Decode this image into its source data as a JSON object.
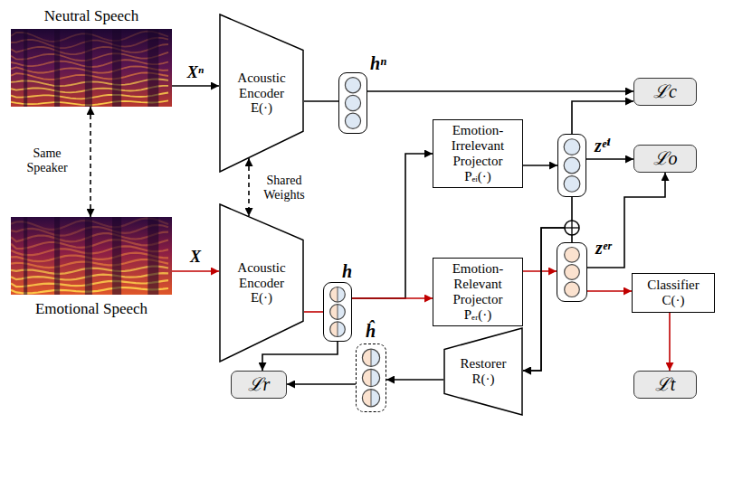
{
  "diagram": {
    "nodes": [
      {
        "text": [
          "Neutral Speech"
        ]
      },
      {
        "text": [
          "Emotional Speech"
        ]
      },
      {
        "text": [
          "Acoustic Encoder",
          "E(·)"
        ]
      },
      {
        "text": [
          "Acoustic Encoder",
          "E(·)"
        ]
      },
      {
        "text": [
          "hⁿ"
        ]
      },
      {
        "text": [
          "h"
        ]
      },
      {
        "text": [
          "Emotion-Irrelevant Projector",
          "Pₑᵢ(·)"
        ]
      },
      {
        "text": [
          "zᵉⁱ"
        ]
      },
      {
        "text": [
          "Emotion-Relevant Projector",
          "Pₑᵣ(·)"
        ]
      },
      {
        "text": [
          "zᵉʳ"
        ]
      },
      {
        "text": [
          "Classifier",
          "C(·)"
        ]
      },
      {
        "text": [
          "Restorer",
          "R(·)"
        ]
      },
      {
        "text": [
          "ĥ"
        ]
      },
      {
        "text": [
          "ℒc"
        ]
      },
      {
        "text": [
          "ℒo"
        ]
      },
      {
        "text": [
          "ℒt"
        ]
      },
      {
        "text": [
          "ℒr"
        ]
      }
    ],
    "edges": [
      {
        "from": 0,
        "to": 2,
        "arrow": "to",
        "label": "Xⁿ"
      },
      {
        "from": 1,
        "to": 3,
        "arrow": "to",
        "label": "X"
      },
      {
        "from": 0,
        "to": 1,
        "arrow": "both",
        "label": "Same Speaker"
      },
      {
        "from": 2,
        "to": 3,
        "arrow": "both",
        "label": "Shared Weights"
      },
      {
        "from": 2,
        "to": 4,
        "arrow": "none"
      },
      {
        "from": 3,
        "to": 5,
        "arrow": "none"
      },
      {
        "from": 4,
        "to": 13,
        "arrow": "to"
      },
      {
        "from": 5,
        "to": 6,
        "arrow": "to"
      },
      {
        "from": 5,
        "to": 8,
        "arrow": "to"
      },
      {
        "from": 6,
        "to": 7,
        "arrow": "to"
      },
      {
        "from": 8,
        "to": 9,
        "arrow": "to"
      },
      {
        "from": 7,
        "to": 13,
        "arrow": "to"
      },
      {
        "from": 7,
        "to": 14,
        "arrow": "to"
      },
      {
        "from": 9,
        "to": 14,
        "arrow": "to"
      },
      {
        "from": 9,
        "to": 10,
        "arrow": "to"
      },
      {
        "from": 10,
        "to": 15,
        "arrow": "to"
      },
      {
        "from": 7,
        "to": 11,
        "arrow": "to"
      },
      {
        "from": 9,
        "to": 11,
        "arrow": "to"
      },
      {
        "from": 11,
        "to": 12,
        "arrow": "to"
      },
      {
        "from": 12,
        "to": 16,
        "arrow": "to"
      },
      {
        "from": 5,
        "to": 16,
        "arrow": "to"
      }
    ]
  }
}
